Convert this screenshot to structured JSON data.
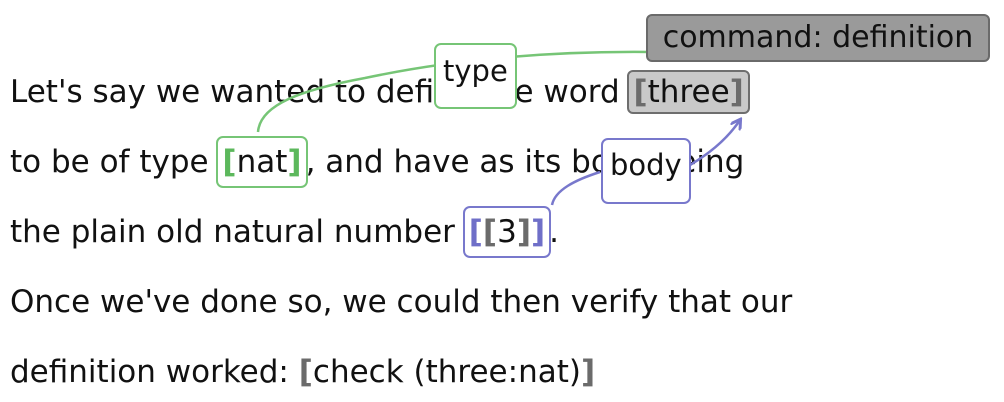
{
  "lines": {
    "l1_before": "Let's say we wanted to define the word ",
    "l1_term": "three",
    "l2_before": "to be of type ",
    "l2_type": "nat",
    "l2_after": ", and have as its body being",
    "l3_before": "the plain old natural number ",
    "l3_value": "3",
    "l3_after": ".",
    "l4": "Once we've done so, we could then verify that our",
    "l5_before": "definition worked: ",
    "l5_code": "check (three:nat)"
  },
  "brackets": {
    "open": "[",
    "close": "]"
  },
  "annotations": {
    "command": "command: definition",
    "type": "type",
    "body": "body"
  },
  "colors": {
    "command_bg": "#9a9a9a",
    "term_highlight": "#c9c9c9",
    "type_color": "#5cb85c",
    "body_color": "#6f6fc8",
    "bracket_gray": "#6b6b6b"
  }
}
